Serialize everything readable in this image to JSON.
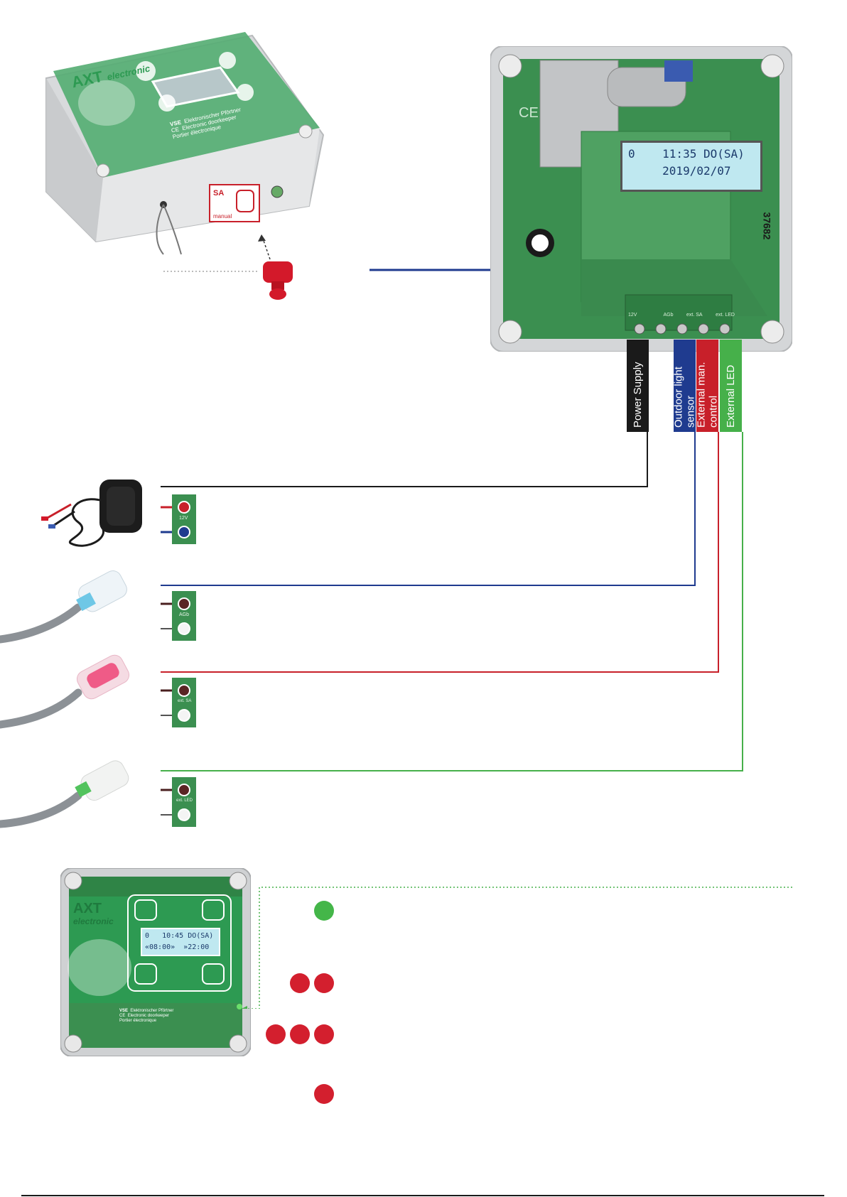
{
  "device_top": {
    "brand_top": "AXT",
    "brand_bottom": "electronic",
    "model": "VSE",
    "ce": "CE",
    "label_lines": [
      "Elektronischer Pförtner",
      "Electronic doorkeeper",
      "Portier électronique"
    ],
    "sa_label": "SA",
    "manual_label": "manual"
  },
  "board": {
    "lcd_line1": "0    11:35 DO(SA)",
    "lcd_line2": "     2019/02/07",
    "terminal_labels": [
      "12V",
      "",
      "AGb",
      "ext. SA",
      "ext. LED"
    ],
    "board_marking": "37682"
  },
  "cables": [
    {
      "label": "Power Supply",
      "color": "#1a1a1a"
    },
    {
      "label": "Outdoor light sensor",
      "color": "#1f3b8f"
    },
    {
      "label": "External man. control",
      "color": "#c8202a"
    },
    {
      "label": "External LED",
      "color": "#46b04a"
    }
  ],
  "terminals": {
    "power_label": "12V",
    "sensor_label": "AGb",
    "manual_label": "ext. SA",
    "led_label": "ext. LED"
  },
  "device_bottom": {
    "brand_top": "AXT",
    "brand_bottom": "electronic",
    "lcd_line1": "0   10:45 DO(SA)",
    "lcd_line2": "«08:00»  »22:00",
    "model": "VSE",
    "ce": "CE",
    "label_lines": [
      "Elektronischer Pförtner",
      "Electronic doorkeeper",
      "Portier électronique"
    ]
  },
  "led_indicators": [
    {
      "count": 1,
      "color": "#44b649"
    },
    {
      "count": 2,
      "color": "#d31f2e"
    },
    {
      "count": 3,
      "color": "#d31f2e"
    },
    {
      "count": 1,
      "color": "#d31f2e"
    }
  ],
  "colors": {
    "green": "#2d9a52",
    "pcb": "#3a8a4e",
    "blue_arrow": "#1f3b8f"
  }
}
